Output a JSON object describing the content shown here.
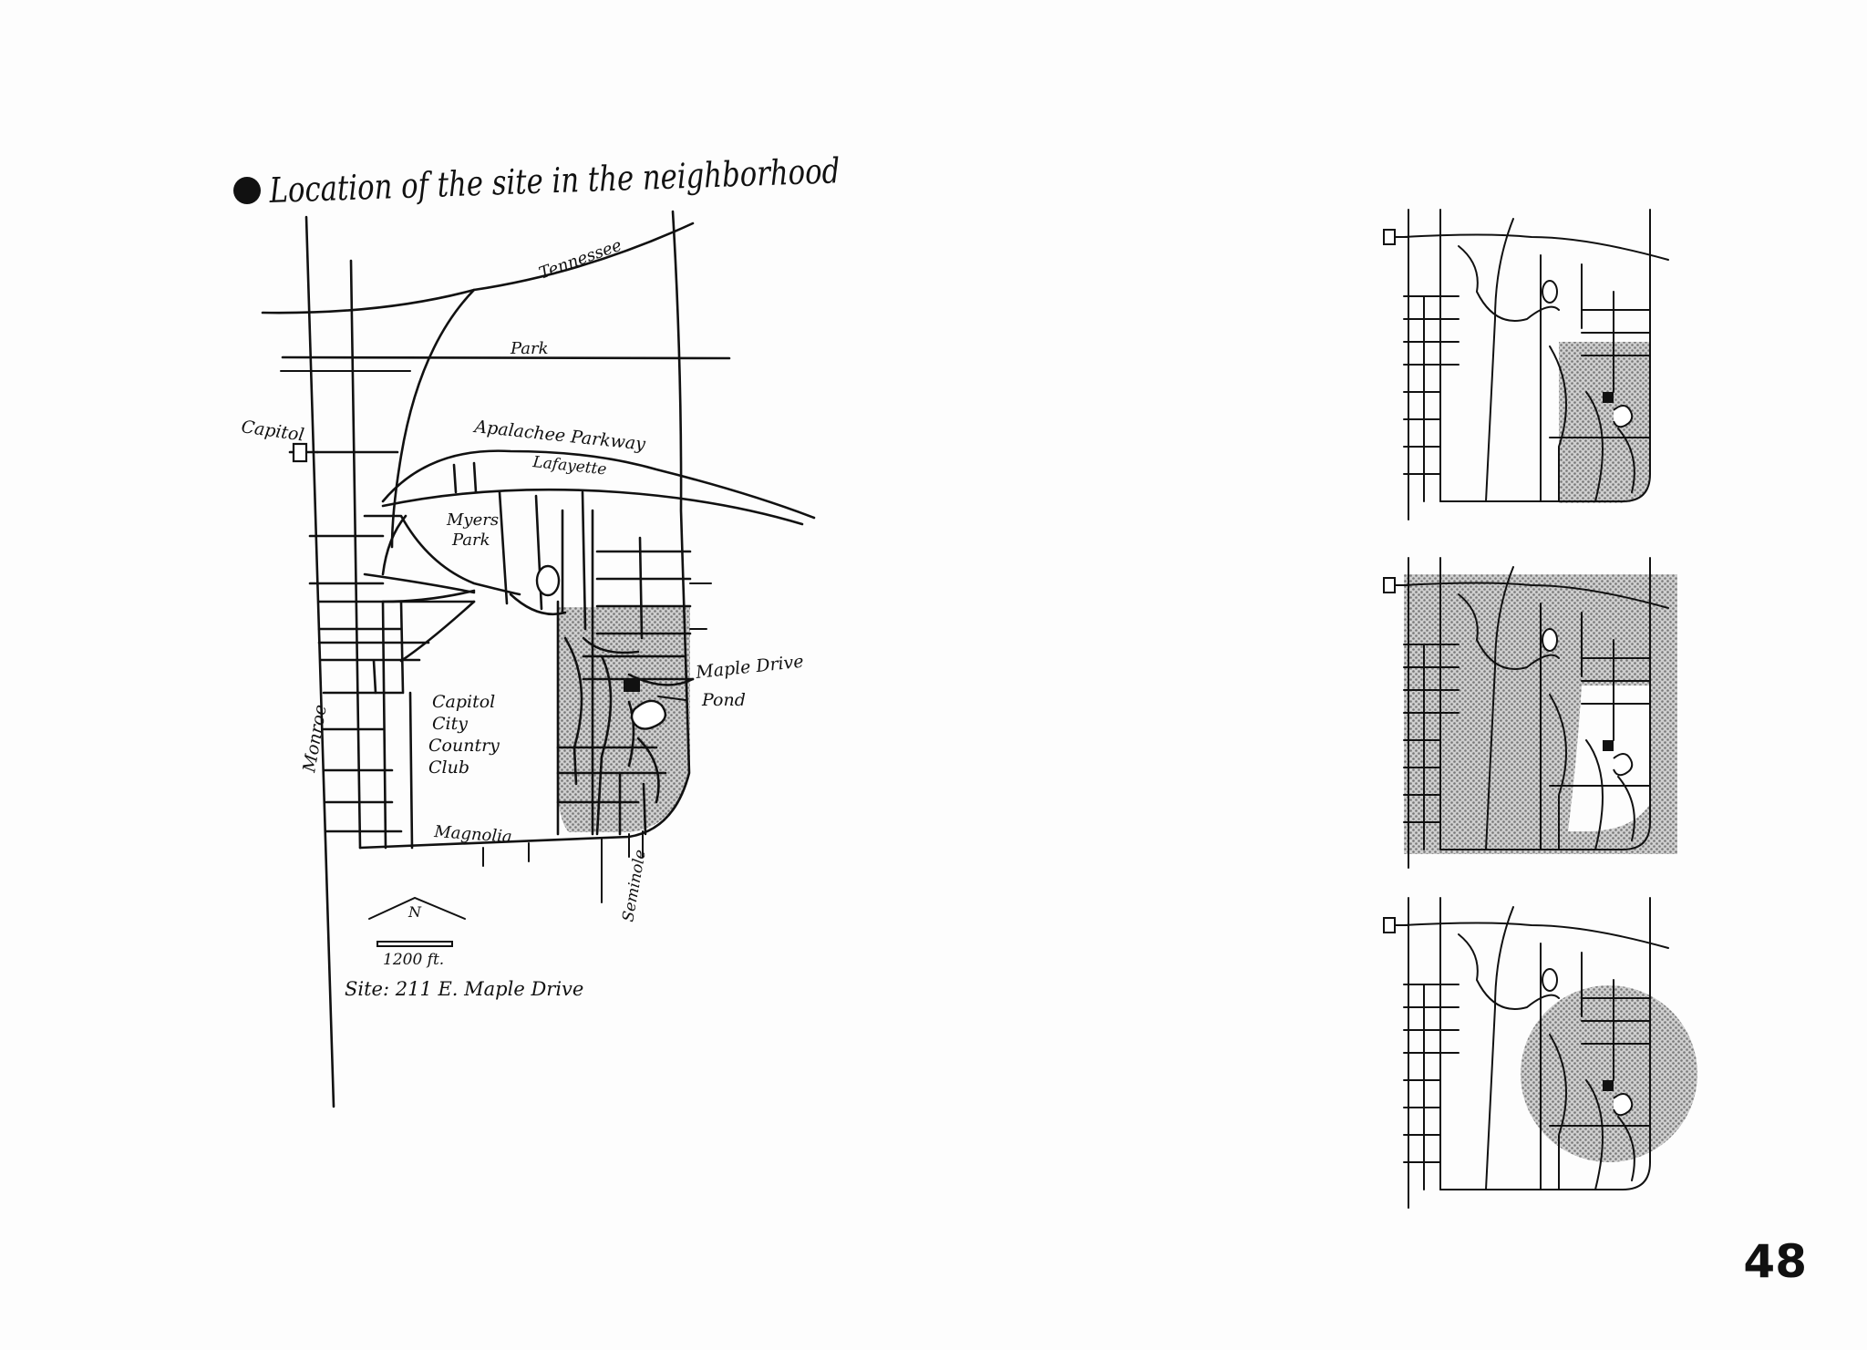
{
  "heading": "Location of the site in the neighborhood",
  "map": {
    "streets": {
      "tennessee": "Tennessee",
      "park": "Park",
      "apalachee": "Apalachee Parkway",
      "lafayette": "Lafayette",
      "capitol": "Capitol",
      "monroe": "Monroe",
      "magnolia": "Magnolia",
      "seminole": "Seminole"
    },
    "places": {
      "myers": [
        "Myers",
        "Park"
      ],
      "country_club": [
        "Capitol",
        "City",
        "Country",
        "Club"
      ],
      "maple_drive": "Maple Drive",
      "pond": "Pond"
    },
    "north_label": "N",
    "scale_label": "1200 ft.",
    "site_address": "Site: 211 E. Maple Drive"
  },
  "page_number": "48"
}
